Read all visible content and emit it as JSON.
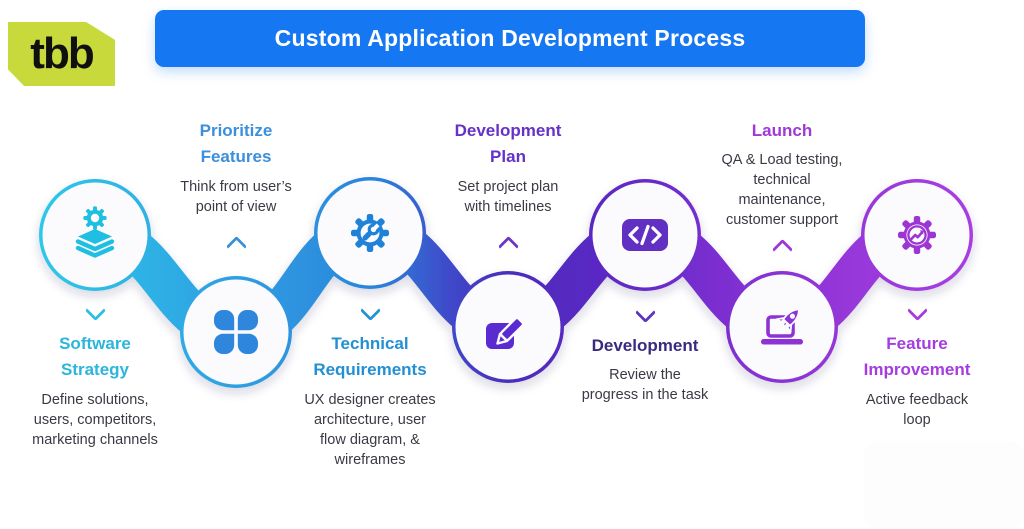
{
  "logo": {
    "text": "tbb",
    "bg_color": "#c8da3b",
    "text_color": "#101010"
  },
  "banner": {
    "title": "Custom Application Development Process",
    "bg_color": "#1677f2",
    "text_color": "#ffffff"
  },
  "body_text_color": "#3b3a44",
  "ribbon": {
    "stops": [
      "#2fc8e9",
      "#2f9fe2",
      "#2b84db",
      "#3f49c9",
      "#4b2dbd",
      "#5a28c4",
      "#7a2ed0",
      "#9436d8",
      "#a83ee4"
    ]
  },
  "steps": [
    {
      "title": "Software Strategy",
      "description": "Define solutions, users, competitors, marketing channels",
      "accent": "#2bbfe0",
      "title_color": "#2bb6da",
      "icon": "layers-gear-icon",
      "circle_position": "top",
      "arrow": "down"
    },
    {
      "title": "Prioritize Features",
      "description": "Think from user’s point of view",
      "accent": "#3b90dc",
      "title_color": "#3b8fdc",
      "icon": "clover-apps-icon",
      "circle_position": "bottom",
      "arrow": "up"
    },
    {
      "title": "Technical Requirements",
      "description": "UX designer creates architecture, user flow diagram, & wireframes",
      "accent": "#2691d3",
      "title_color": "#2290d2",
      "icon": "gear-wrench-icon",
      "circle_position": "top",
      "arrow": "down"
    },
    {
      "title": "Development Plan",
      "description": "Set project plan with timelines",
      "accent": "#6b34ca",
      "title_color": "#6531c8",
      "icon": "sketch-pencil-icon",
      "circle_position": "bottom",
      "arrow": "up"
    },
    {
      "title": "Development",
      "description": "Review the progress in the task",
      "accent": "#5d33c0",
      "title_color": "#3a2b80",
      "icon": "code-icon",
      "circle_position": "top",
      "arrow": "down"
    },
    {
      "title": "Launch",
      "description": "QA & Load testing, technical maintenance, customer support",
      "accent": "#9c38d6",
      "title_color": "#a138d8",
      "icon": "rocket-laptop-icon",
      "circle_position": "bottom",
      "arrow": "up"
    },
    {
      "title": "Feature Improvement",
      "description": "Active feedback loop",
      "accent": "#a43ce0",
      "title_color": "#a43ce0",
      "icon": "gear-growth-icon",
      "circle_position": "top",
      "arrow": "down"
    }
  ]
}
